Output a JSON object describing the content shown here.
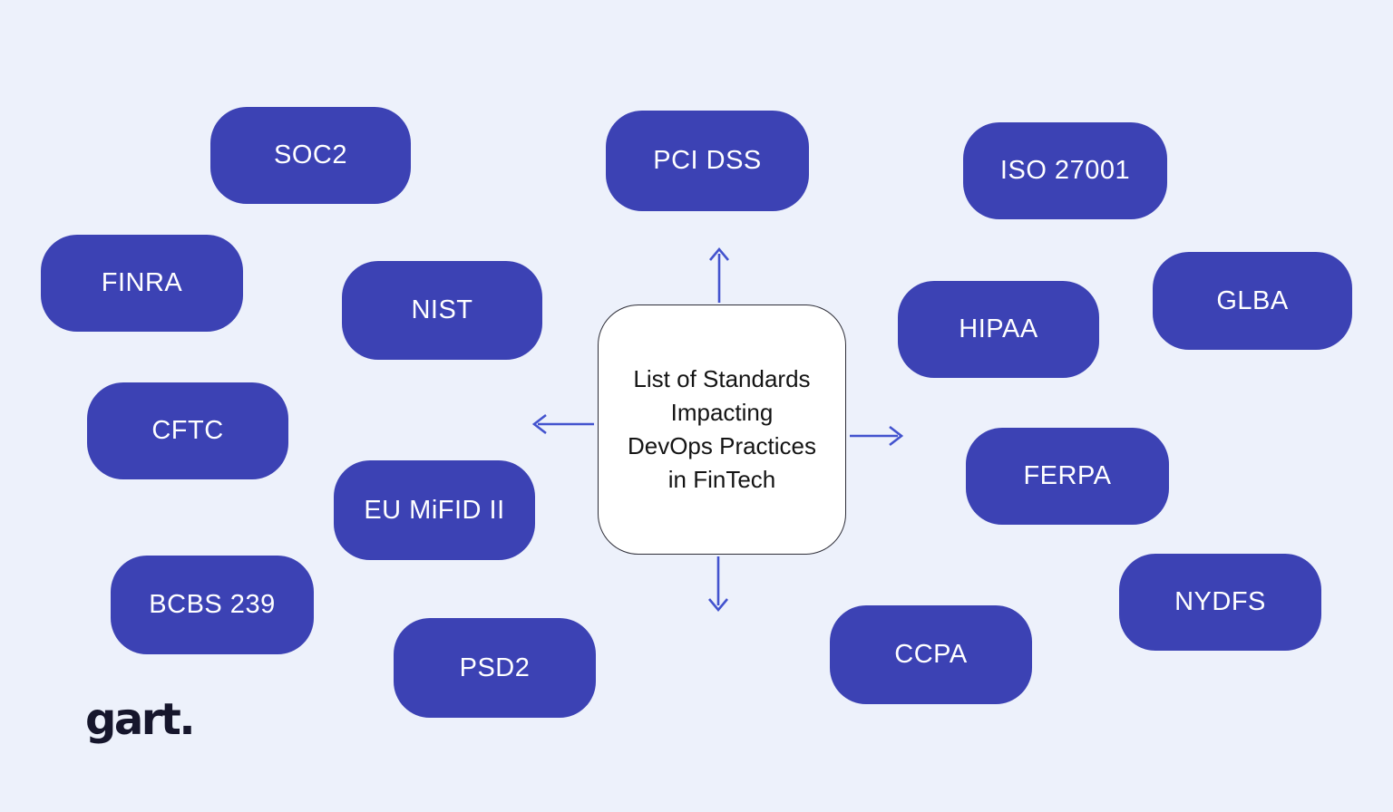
{
  "title": "List of Standards Impacting DevOps Practices in FinTech",
  "colors": {
    "background": "#edf1fb",
    "pill_fill": "#3c42b4",
    "pill_text": "#ffffff",
    "arrow": "#4353ce",
    "center_box_background": "#ffffff",
    "center_box_border": "#2e2e38",
    "center_text": "#141414",
    "logo_text_color": "#16162c"
  },
  "center": {
    "title": "List of Standards\nImpacting\nDevOps Practices\nin FinTech"
  },
  "nodes": [
    {
      "label": "SOC2"
    },
    {
      "label": "PCI DSS"
    },
    {
      "label": "ISO 27001"
    },
    {
      "label": "FINRA"
    },
    {
      "label": "NIST"
    },
    {
      "label": "HIPAA"
    },
    {
      "label": "GLBA"
    },
    {
      "label": "CFTC"
    },
    {
      "label": "EU MiFID II"
    },
    {
      "label": "FERPA"
    },
    {
      "label": "BCBS 239"
    },
    {
      "label": "NYDFS"
    },
    {
      "label": "PSD2"
    },
    {
      "label": "CCPA"
    }
  ],
  "icons": {
    "arrows": [
      "arrow-up-icon",
      "arrow-right-icon",
      "arrow-down-icon",
      "arrow-left-icon"
    ]
  },
  "branding": {
    "logo_text": "gart."
  }
}
